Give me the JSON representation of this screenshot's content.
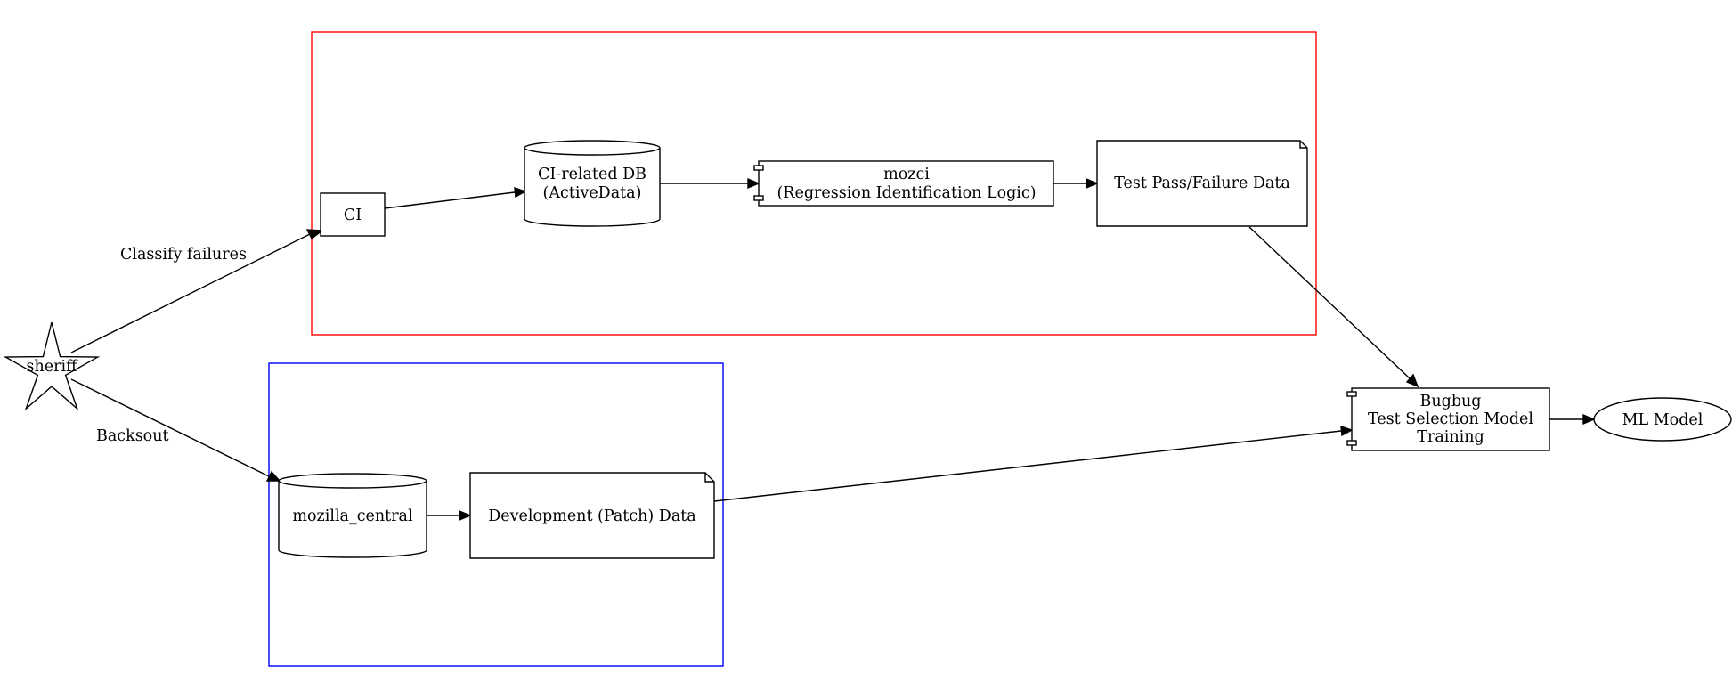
{
  "clusters": {
    "ci_cluster": {
      "color": "#ff0000"
    },
    "dev_cluster": {
      "color": "#0000ff"
    }
  },
  "nodes": {
    "sheriff": {
      "label": "sheriff",
      "shape": "star"
    },
    "ci": {
      "label": "CI",
      "shape": "box"
    },
    "ci_db": {
      "line1": "CI-related DB",
      "line2": "(ActiveData)",
      "shape": "cylinder"
    },
    "mozci": {
      "line1": "mozci",
      "line2": "(Regression Identification Logic)",
      "shape": "component"
    },
    "test_data": {
      "label": "Test Pass/Failure Data",
      "shape": "note"
    },
    "mozilla_central": {
      "label": "mozilla_central",
      "shape": "cylinder"
    },
    "dev_data": {
      "label": "Development (Patch) Data",
      "shape": "note"
    },
    "bugbug": {
      "line1": "Bugbug",
      "line2": "Test Selection Model",
      "line3": "Training",
      "shape": "component"
    },
    "ml_model": {
      "label": "ML Model",
      "shape": "ellipse"
    }
  },
  "edges": {
    "sheriff_to_ci": {
      "label": "Classify failures"
    },
    "sheriff_to_mozilla_central": {
      "label": "Backsout"
    }
  }
}
